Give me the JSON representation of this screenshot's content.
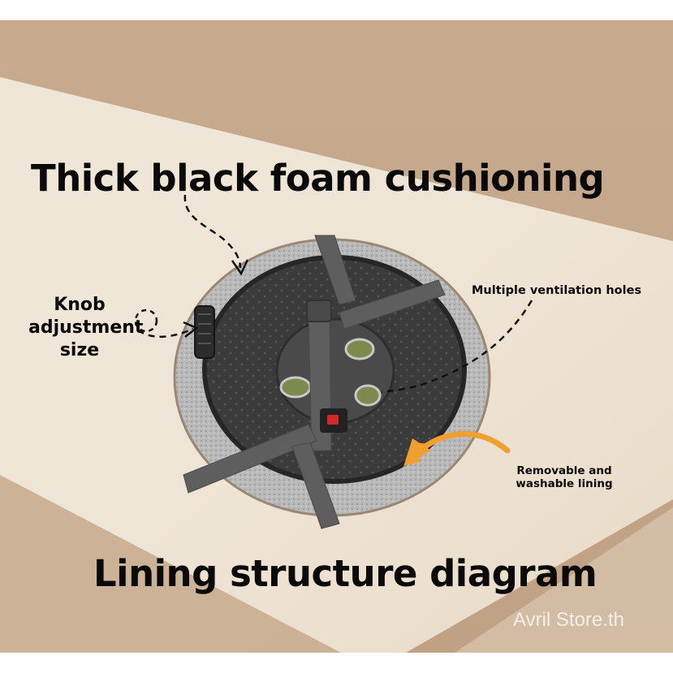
{
  "labels": {
    "top_title": "Thick black foam cushioning",
    "knob_line1": "Knob",
    "knob_line2": "adjustment",
    "knob_line3": "size",
    "vent": "Multiple ventilation holes",
    "lining_line1": "Removable and",
    "lining_line2": "washable lining",
    "bottom_title": "Lining structure diagram"
  },
  "watermark": "Avril Store.th",
  "colors": {
    "background_tan": "#c4a68a",
    "background_light": "#ede2d2",
    "foam_shell": "#bdbdbd",
    "lining": "#3a3a3a",
    "strap": "#5d5d5d",
    "arrow_orange": "#f0a030",
    "vent_green": "#8a9a5a",
    "buckle_red": "#d22a2a"
  },
  "icons": {
    "dashed_pointer": "dashed-arrow-icon",
    "knob_circle": "dashed-circle-icon",
    "lining_arrow": "curved-arrow-icon"
  }
}
